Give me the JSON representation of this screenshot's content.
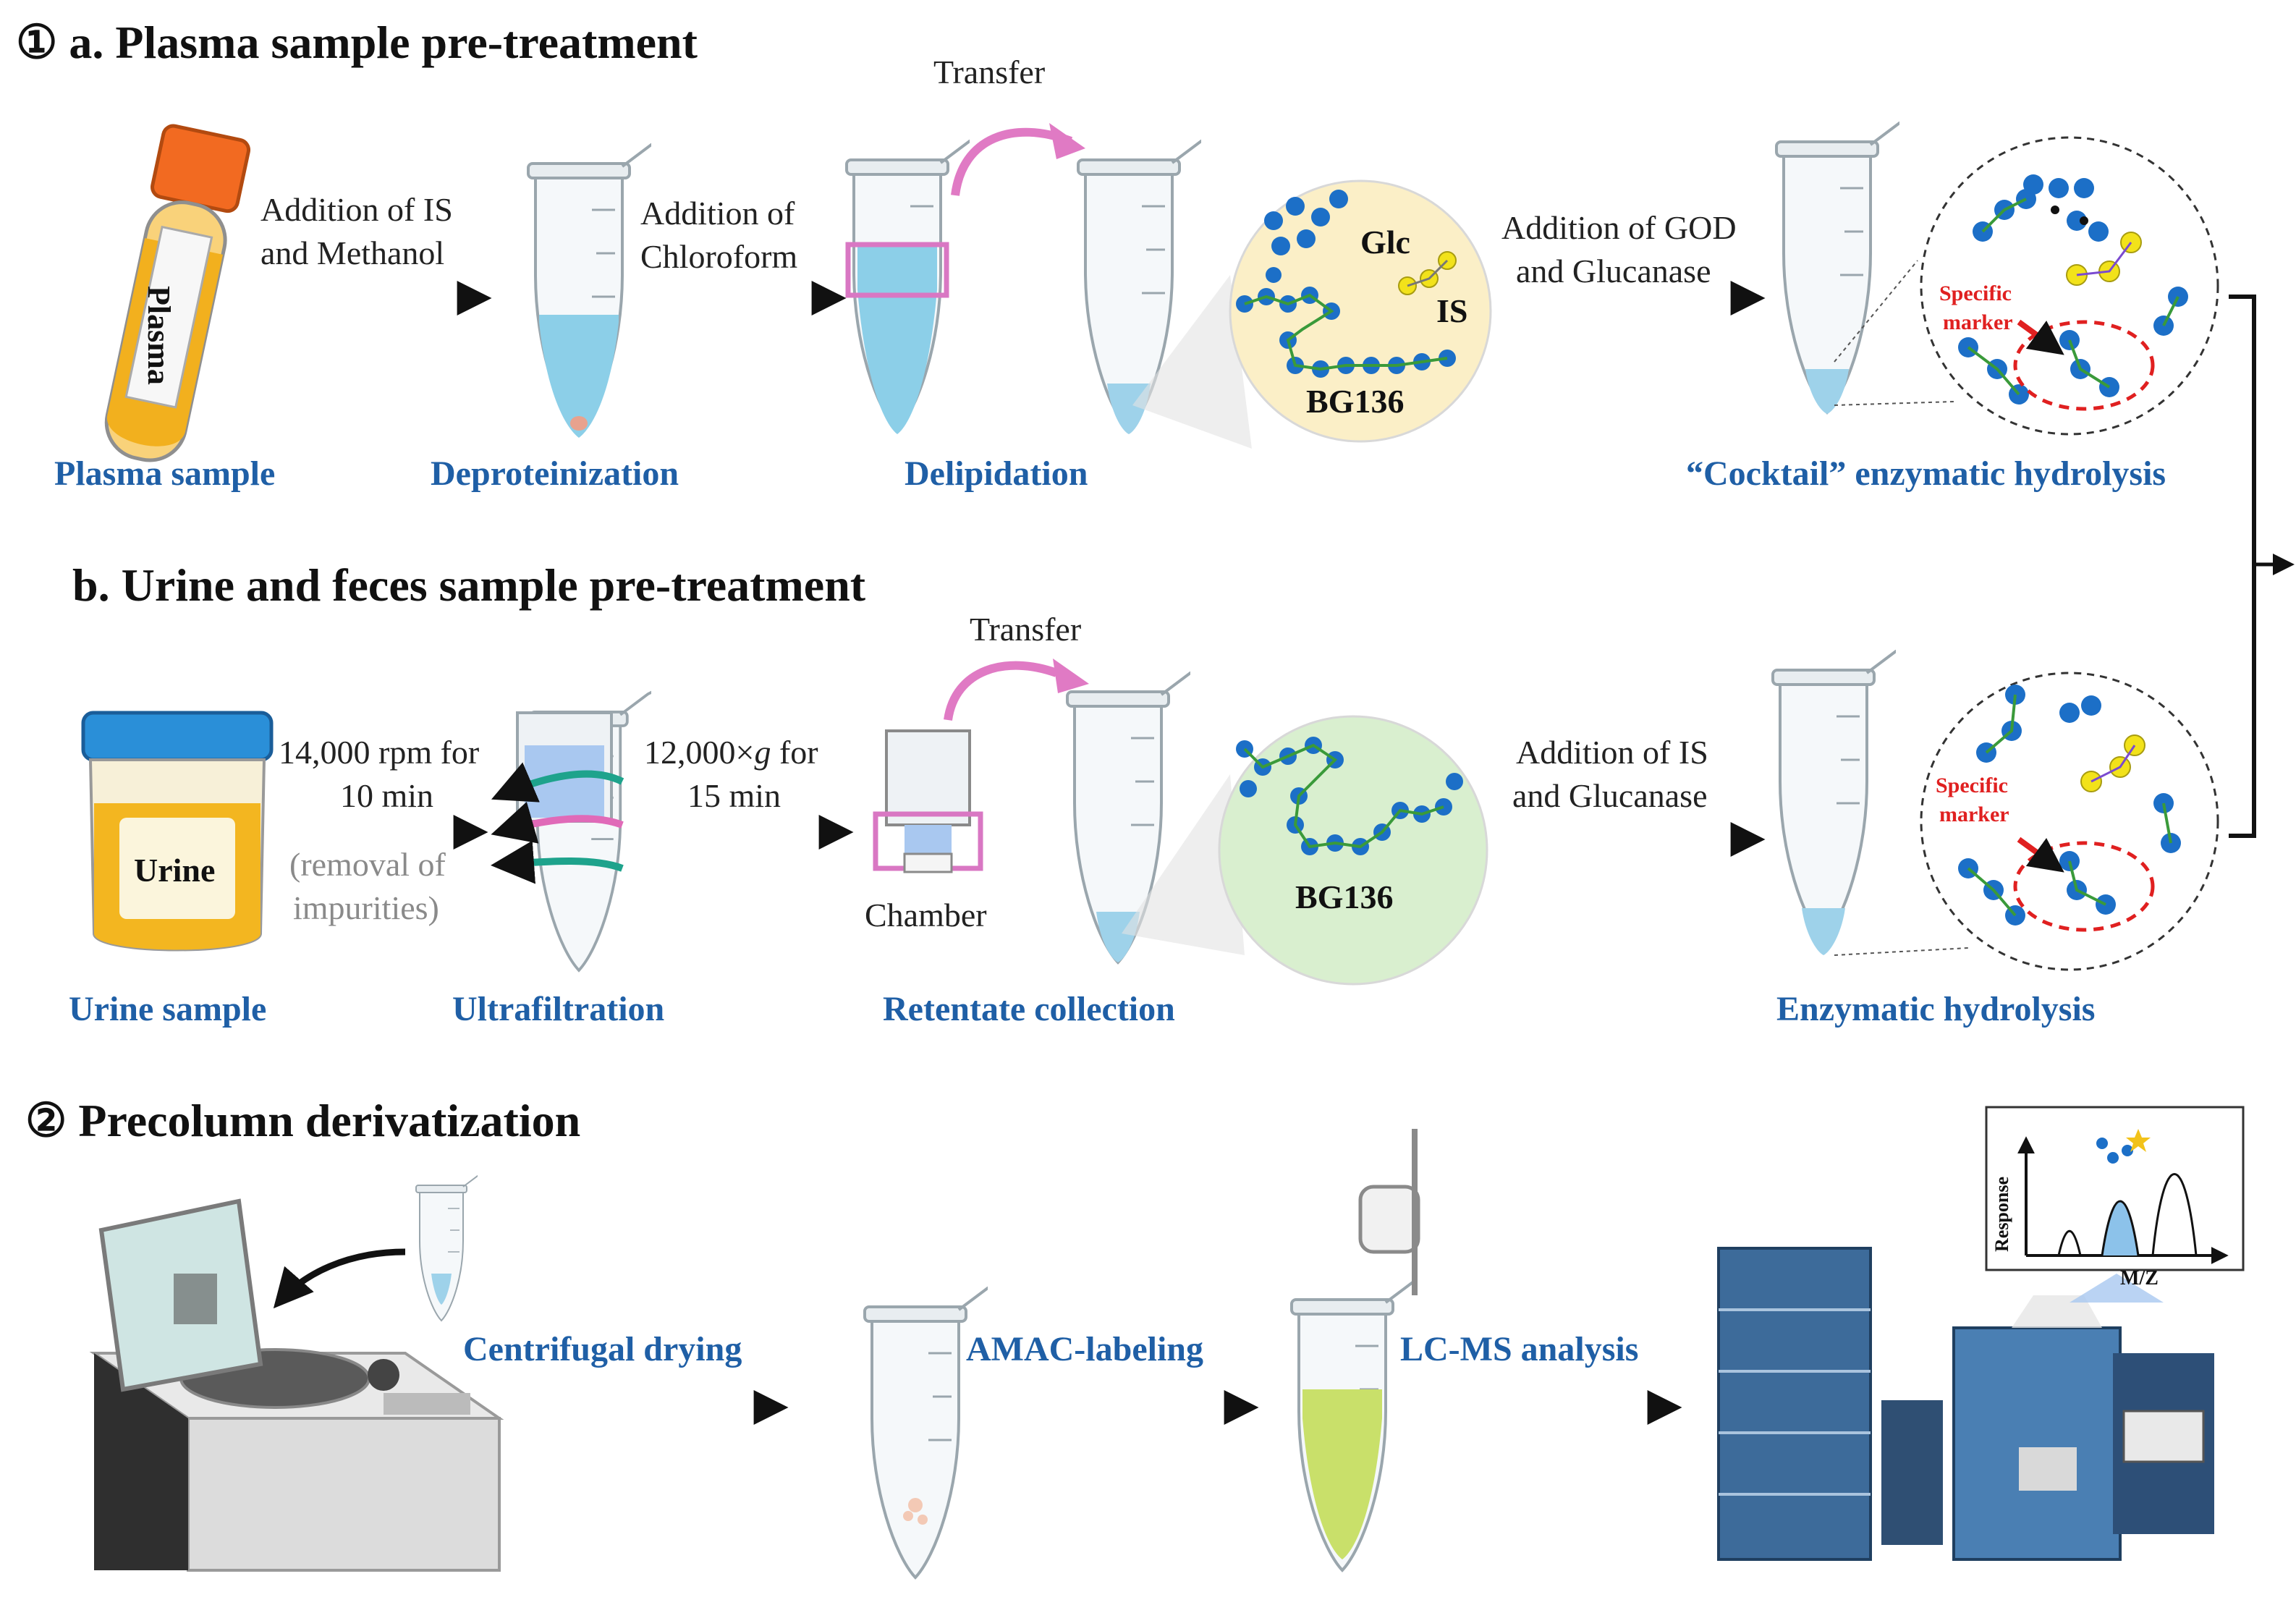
{
  "section1": {
    "title": "① a. Plasma sample pre-treatment",
    "captions": {
      "plasma_sample": "Plasma sample",
      "deproteinization": "Deproteinization",
      "delipidation": "Delipidation",
      "cocktail": "“Cocktail” enzymatic hydrolysis"
    },
    "steps": {
      "add_is_line1": "Addition of IS",
      "add_is_line2": "and Methanol",
      "chloro_line1": "Addition of",
      "chloro_line2": "Chloroform",
      "transfer": "Transfer",
      "god_line1": "Addition of GOD",
      "god_line2": "and Glucanase"
    },
    "tube_label": "Plasma",
    "bubble": {
      "glc": "Glc",
      "is": "IS",
      "bg": "BG136"
    },
    "marker_line1": "Specific",
    "marker_line2": "marker"
  },
  "section2": {
    "title": "b. Urine and feces sample pre-treatment",
    "captions": {
      "urine_sample": "Urine sample",
      "ultrafiltration": "Ultrafiltration",
      "retentate": "Retentate collection",
      "enzymatic": "Enzymatic hydrolysis"
    },
    "steps": {
      "rpm_line1": "14,000 rpm for",
      "rpm_line2": "10 min",
      "removal_line1": "(removal of",
      "removal_line2": "impurities)",
      "g_line1_prefix": "12,000×",
      "g_line1_g": "g",
      "g_line1_suffix": " for",
      "g_line2": "15 min",
      "transfer": "Transfer",
      "chamber": "Chamber",
      "is_line1": "Addition of IS",
      "is_line2": "and Glucanase"
    },
    "cup_label": "Urine",
    "bubble": {
      "bg": "BG136"
    },
    "marker_line1": "Specific",
    "marker_line2": "marker"
  },
  "section3": {
    "title": "② Precolumn derivatization",
    "captions": {
      "drying": "Centrifugal drying",
      "amac": "AMAC-labeling",
      "lcms": "LC-MS analysis"
    },
    "spectrum": {
      "ylabel": "Response",
      "xlabel": "M/Z"
    }
  },
  "colors": {
    "caption_blue": "#1f5fa6",
    "arrow_black": "#111111",
    "transfer_pink": "#e07ac4",
    "plasma_box": "#d977c3",
    "glc_blue": "#1c6fc7",
    "is_yellow": "#f2e21a",
    "linker_green": "#3a9a3a",
    "bubble_yellow": "#fbefc7",
    "bubble_green": "#d9efcf",
    "marker_red": "#e02020",
    "tube_liquid": "#8ccfe8",
    "amac_liquid": "#c9e06a"
  }
}
